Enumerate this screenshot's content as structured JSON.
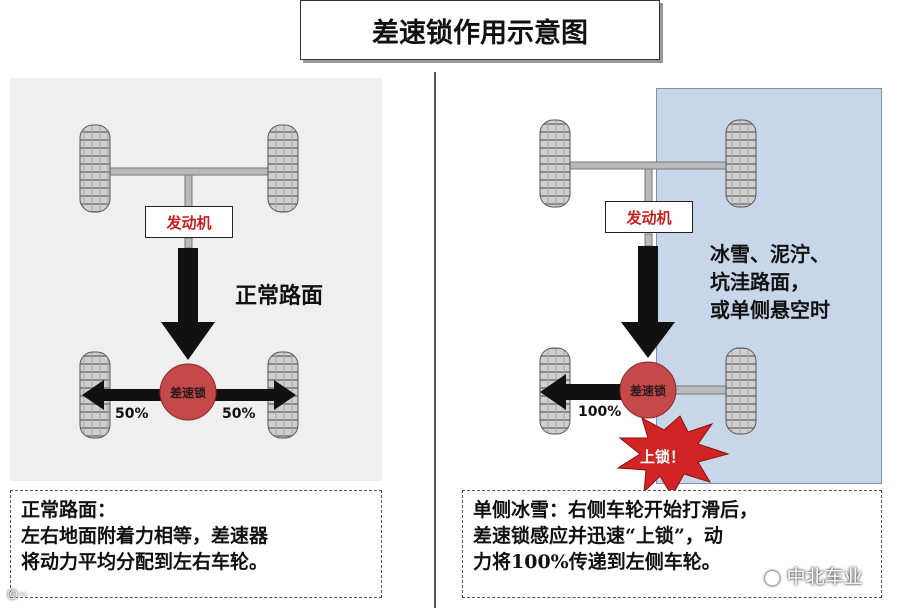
{
  "title": "差速锁作用示意图",
  "left": {
    "engine_label": "发动机",
    "road_label": "正常路面",
    "diff_label": "差速锁",
    "left_percent": "50%",
    "right_percent": "50%",
    "desc_heading": "正常路面：",
    "desc_line1": "左右地面附着力相等，差速器",
    "desc_line2": "将动力平均分配到左右车轮。"
  },
  "right": {
    "engine_label": "发动机",
    "ice_line1": "冰雪、泥泞、",
    "ice_line2": "坑洼路面，",
    "ice_line3": "或单侧悬空时",
    "diff_label": "差速锁",
    "left_percent": "100%",
    "lock_label": "上锁！",
    "desc_line1": "单侧冰雪：右侧车轮开始打滑后，",
    "desc_line2": "差速锁感应并迅速“上锁”，动",
    "desc_line3": "力将100%传递到左侧车轮。"
  },
  "watermark_left": "©··",
  "watermark_right": "中北车业",
  "colors": {
    "diff": "#c5484b",
    "engine_text": "#c81e1e",
    "ice": "#c8d6ea",
    "burst": "#d22424"
  }
}
